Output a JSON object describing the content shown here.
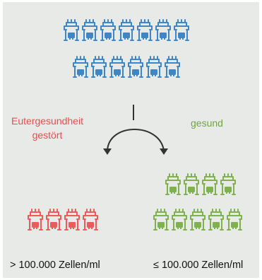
{
  "diagram": {
    "colors": {
      "all_cows": "#3f86c6",
      "unhealthy": "#f0595c",
      "healthy": "#7fb24f",
      "arrow": "#333333"
    },
    "icon": "cow-udder-icon",
    "groups": {
      "all": {
        "count": 13
      },
      "unhealthy": {
        "label_line1": "Eutergesundheit",
        "label_line2": "gestört",
        "count": 4,
        "caption": "> 100.000 Zellen/ml"
      },
      "healthy": {
        "label": "gesund",
        "count": 9,
        "caption": "≤ 100.000 Zellen/ml"
      }
    }
  }
}
